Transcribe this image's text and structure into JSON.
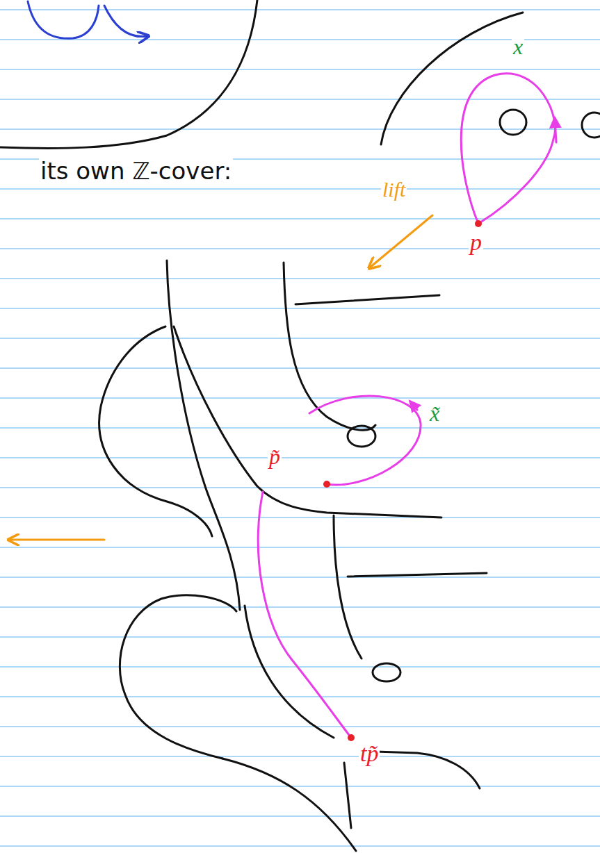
{
  "diagram": {
    "labels": [
      "x",
      "p",
      "lift",
      "its own ℤ-cover:",
      "x̃",
      "p̃",
      "tp̃"
    ]
  }
}
